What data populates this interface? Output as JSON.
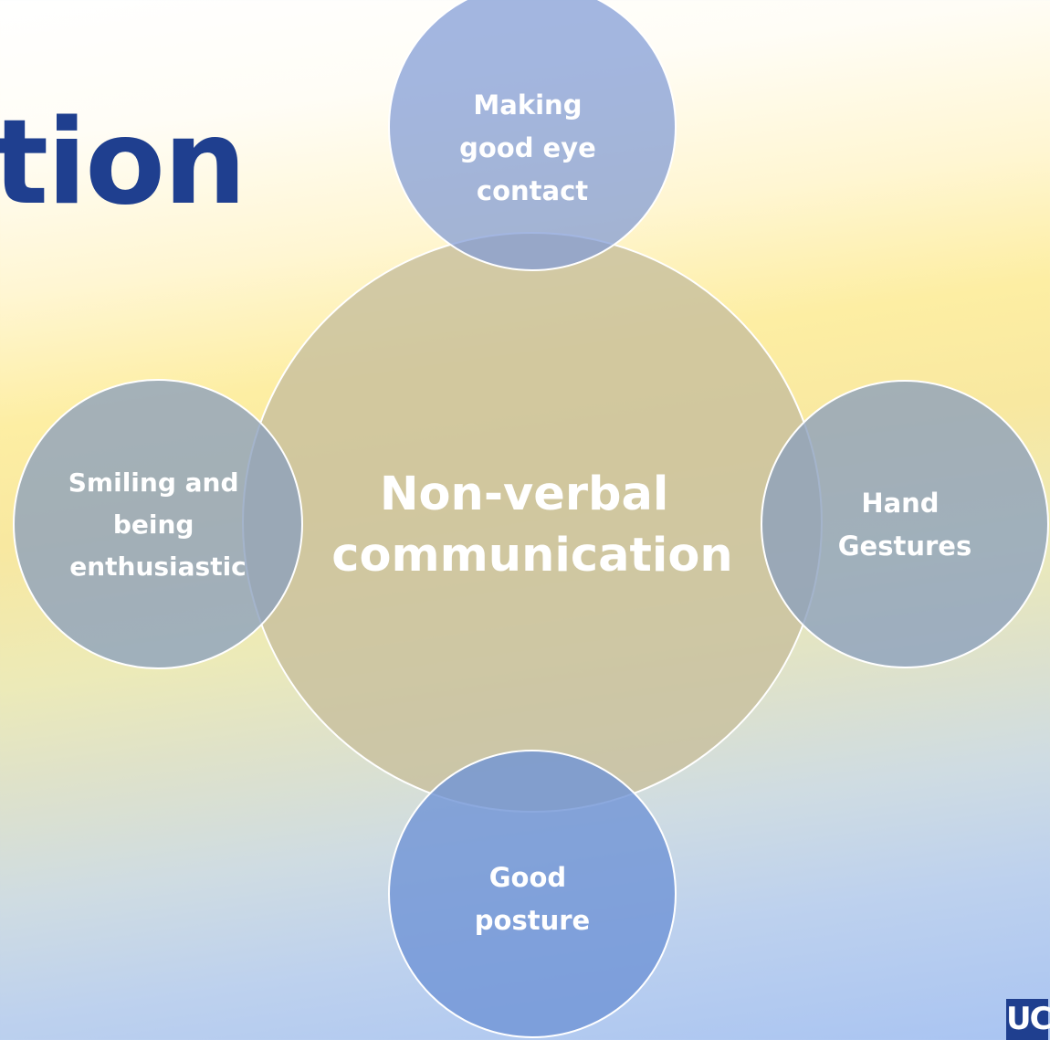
{
  "slide": {
    "title": "tion",
    "logo": "UC"
  },
  "diagram": {
    "center": "Non-verbal communication",
    "nodes": {
      "top": [
        "Making",
        "good eye",
        "contact"
      ],
      "left": [
        "Smiling and",
        "being",
        "enthusiastic"
      ],
      "right": [
        "Hand",
        "Gestures"
      ],
      "bottom": [
        "Good",
        "posture"
      ]
    }
  },
  "colors": {
    "title": "#1f3f8f",
    "center_fill": "#c8bf9e",
    "top_fill": "#95addb",
    "side_fill": "#8fa3b8",
    "bottom_fill": "#7c9fd9",
    "outline": "#ffffff",
    "label": "#ffffff"
  }
}
